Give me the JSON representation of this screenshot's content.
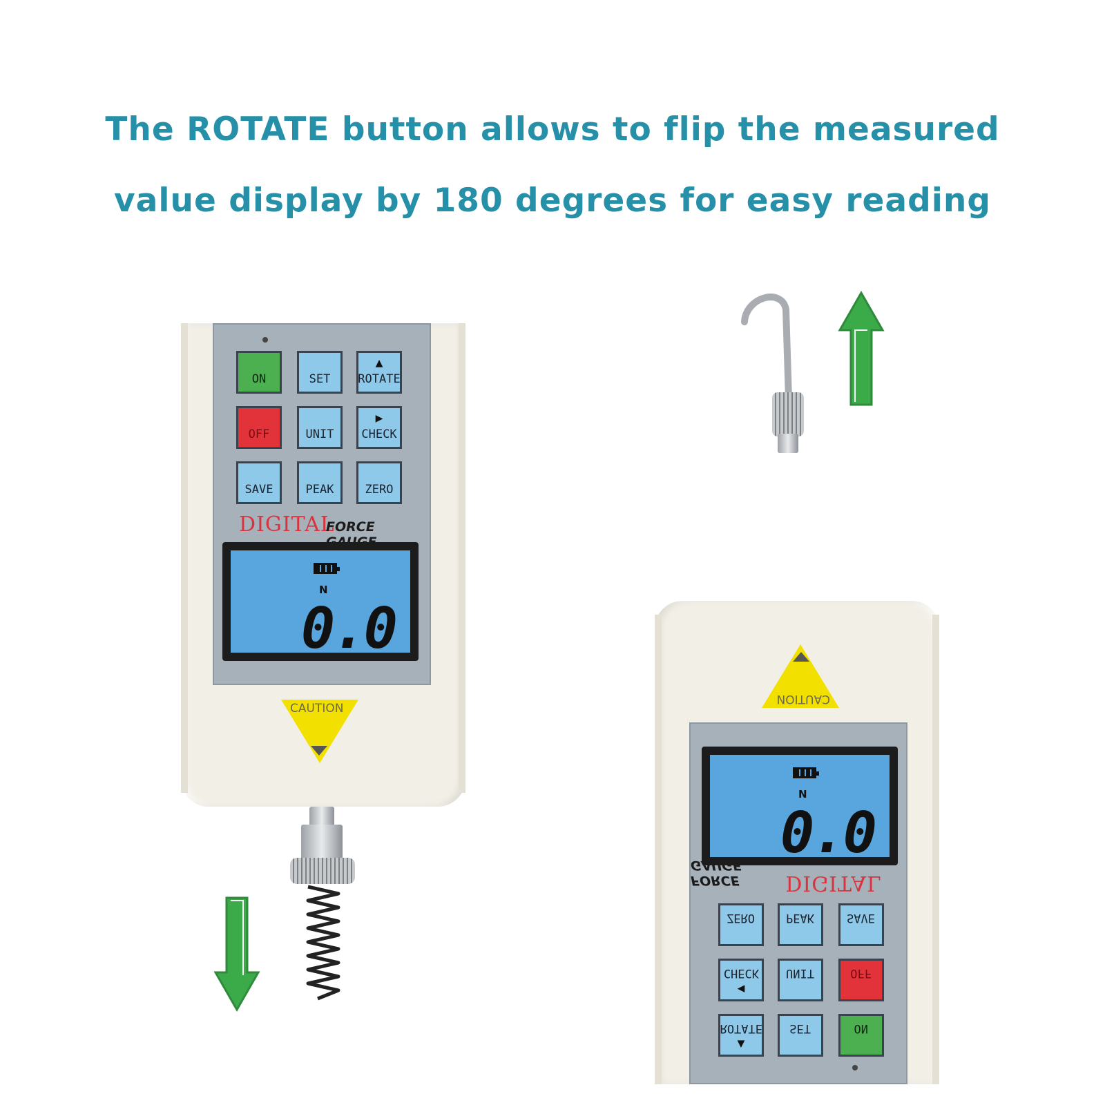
{
  "headline": {
    "line1": "The ROTATE button allows to flip the measured",
    "line2": "value display by 180 degrees for easy reading"
  },
  "gauge": {
    "keys": [
      {
        "label": "ON",
        "color": "green"
      },
      {
        "label": "SET",
        "color": "blue"
      },
      {
        "label": "ROTATE",
        "color": "blue",
        "glyph": "▲"
      },
      {
        "label": "OFF",
        "color": "red"
      },
      {
        "label": "UNIT",
        "color": "blue"
      },
      {
        "label": "CHECK",
        "color": "blue",
        "glyph": "▶"
      },
      {
        "label": "SAVE",
        "color": "blue"
      },
      {
        "label": "PEAK",
        "color": "blue"
      },
      {
        "label": "ZERO",
        "color": "blue"
      }
    ],
    "brand_digital": "DIGITAL",
    "brand_force_gauge": "FORCE GAUGE",
    "display_unit": "N",
    "display_value": "0.0",
    "caution_label": "CAUTION"
  },
  "colors": {
    "headline": "#2590a8",
    "arrow_green": "#3bab4a",
    "lcd_blue": "#58a6dd",
    "key_blue": "#8ec9ea",
    "caution_yellow": "#f2e000"
  },
  "arrows": {
    "left": "down",
    "right": "up"
  }
}
